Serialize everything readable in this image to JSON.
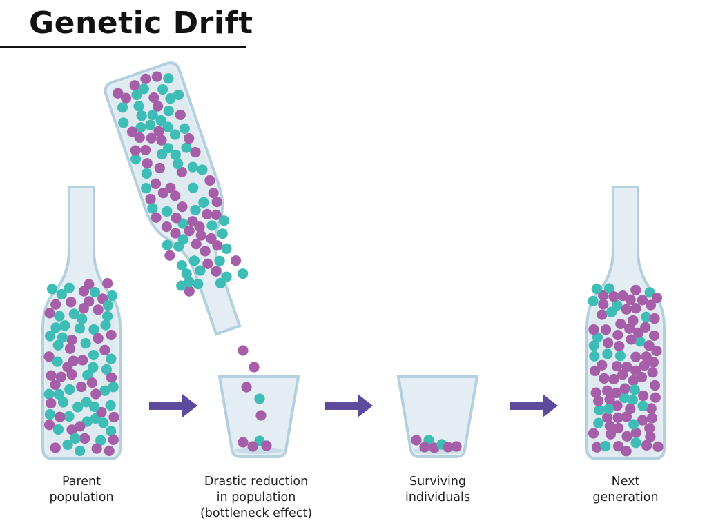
{
  "title": "Genetic Drift",
  "colors": {
    "teal": "#3dbdb5",
    "purple": "#a75ea8",
    "glass": "#e4edf3",
    "glass_outline": "#b3d0df",
    "arrow": "#5e4a9c"
  },
  "stages": [
    {
      "line1": "Parent",
      "line2": "population",
      "line3": ""
    },
    {
      "line1": "Drastic reduction",
      "line2": "in population",
      "line3": "(bottleneck effect)"
    },
    {
      "line1": "Surviving",
      "line2": "individuals",
      "line3": ""
    },
    {
      "line1": "Next",
      "line2": "generation",
      "line3": ""
    }
  ]
}
